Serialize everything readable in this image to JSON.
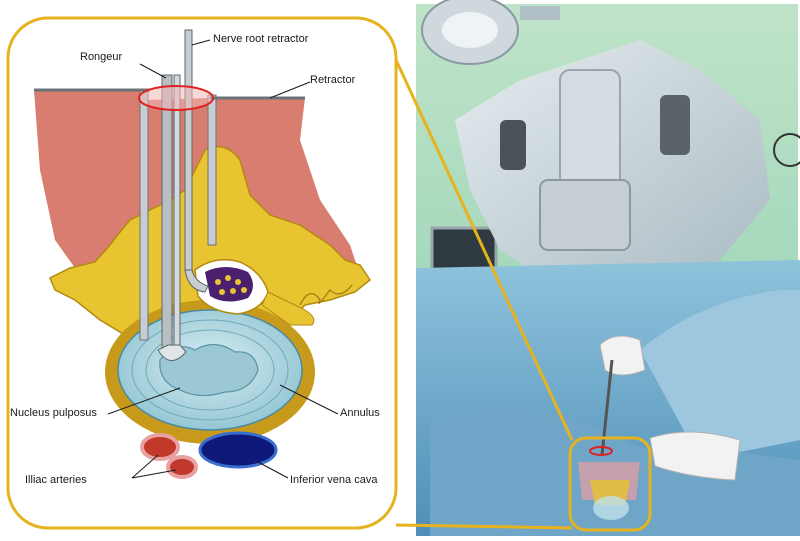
{
  "labels": {
    "nerve_root_retractor": "Nerve root retractor",
    "rongeur": "Rongeur",
    "retractor": "Retractor",
    "nucleus_pulposus": "Nucleus pulposus",
    "annulus": "Annulus",
    "illiac_arteries": "Illiac arteries",
    "inferior_vena_cava": "Inferior vena cava"
  },
  "colors": {
    "frame": "#e6b31e",
    "muscle": "#d97d70",
    "bone": "#e8c430",
    "disc": "#a9d2dc",
    "artery": "#c0392b",
    "vein": "#0d1a7a",
    "drape": "#7fb3d0",
    "wall": "#a8d8b0",
    "highlight": "#e02020"
  },
  "icons": {
    "signature": "artist-signature-icon"
  }
}
